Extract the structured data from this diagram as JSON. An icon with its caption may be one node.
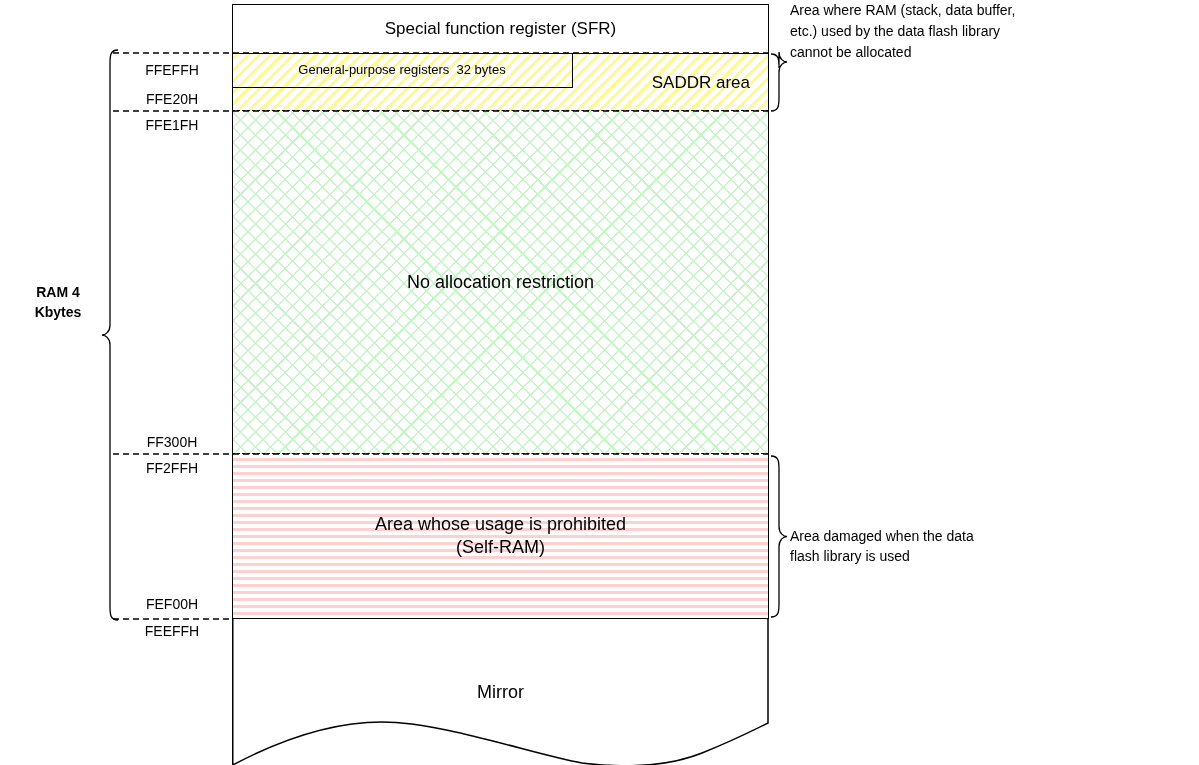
{
  "diagram": {
    "nodes": [
      {
        "text": [
          "Special function register (SFR)"
        ]
      },
      {
        "text": [
          "SADDR area"
        ]
      },
      {
        "text": [
          "General-purpose registers  32 bytes"
        ],
        "in": 1
      },
      {
        "text": [
          "No allocation restriction"
        ]
      },
      {
        "text": [
          "Area whose usage is prohibited (Self-RAM)"
        ]
      },
      {
        "text": [
          "Mirror"
        ]
      }
    ],
    "labels": [
      "Area where RAM (stack, data buffer, etc.) used by the data flash library cannot be allocated",
      "FFEFFH",
      "FFE20H",
      "FFE1FH",
      "RAM 4 Kbytes",
      "FF300H",
      "FF2FFH",
      "Area damaged when the data flash library is used",
      "FEF00H",
      "FEEFFH"
    ]
  }
}
